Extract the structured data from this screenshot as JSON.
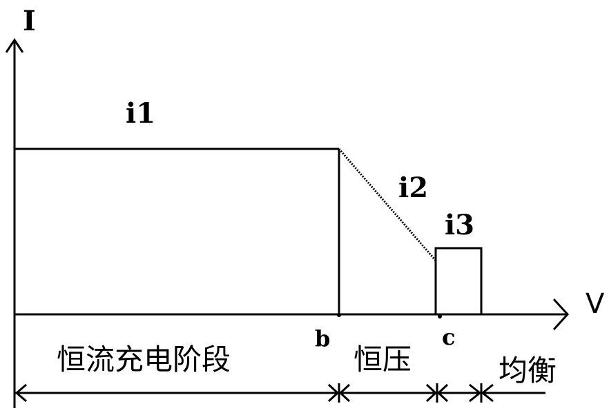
{
  "axes": {
    "y_label": "I",
    "x_label": "V"
  },
  "curve_labels": {
    "i1": "i1",
    "i2": "i2",
    "i3": "i3"
  },
  "points": {
    "b": "b",
    "c": "c"
  },
  "stages": {
    "constant_current": "恒流充电阶段",
    "constant_voltage": "恒压",
    "balance": "均衡"
  }
}
